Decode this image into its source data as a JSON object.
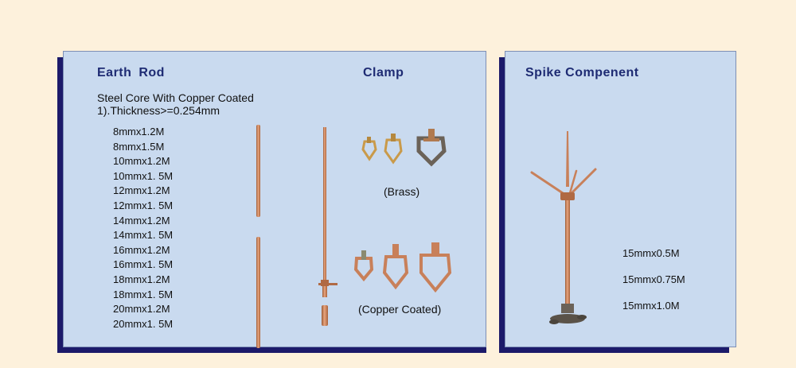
{
  "earth_rod": {
    "title": "Earth Rod",
    "subtitle": "Steel Core With Copper Coated",
    "spec": "1).Thickness>=0.254mm",
    "sizes": [
      "8mmx1.2M",
      "8mmx1.5M",
      "10mmx1.2M",
      "10mmx1. 5M",
      "12mmx1.2M",
      "12mmx1. 5M",
      "14mmx1.2M",
      "14mmx1. 5M",
      "16mmx1.2M",
      "16mmx1. 5M",
      "18mmx1.2M",
      "18mmx1. 5M",
      "20mmx1.2M",
      "20mmx1. 5M"
    ]
  },
  "clamp": {
    "title": "Clamp",
    "brass_label": "(Brass)",
    "copper_label": "(Copper Coated)"
  },
  "spike": {
    "title": "Spike Compenent",
    "sizes": [
      "15mmx0.5M",
      "15mmx0.75M",
      "15mmx1.0M"
    ]
  },
  "colors": {
    "page_bg": "#fdf1dc",
    "panel_bg": "#c9daef",
    "panel_shadow": "#1c1a6a",
    "heading": "#1e2b73",
    "copper": "#c8805a",
    "brass": "#c99a4a",
    "iron": "#6b6258"
  }
}
